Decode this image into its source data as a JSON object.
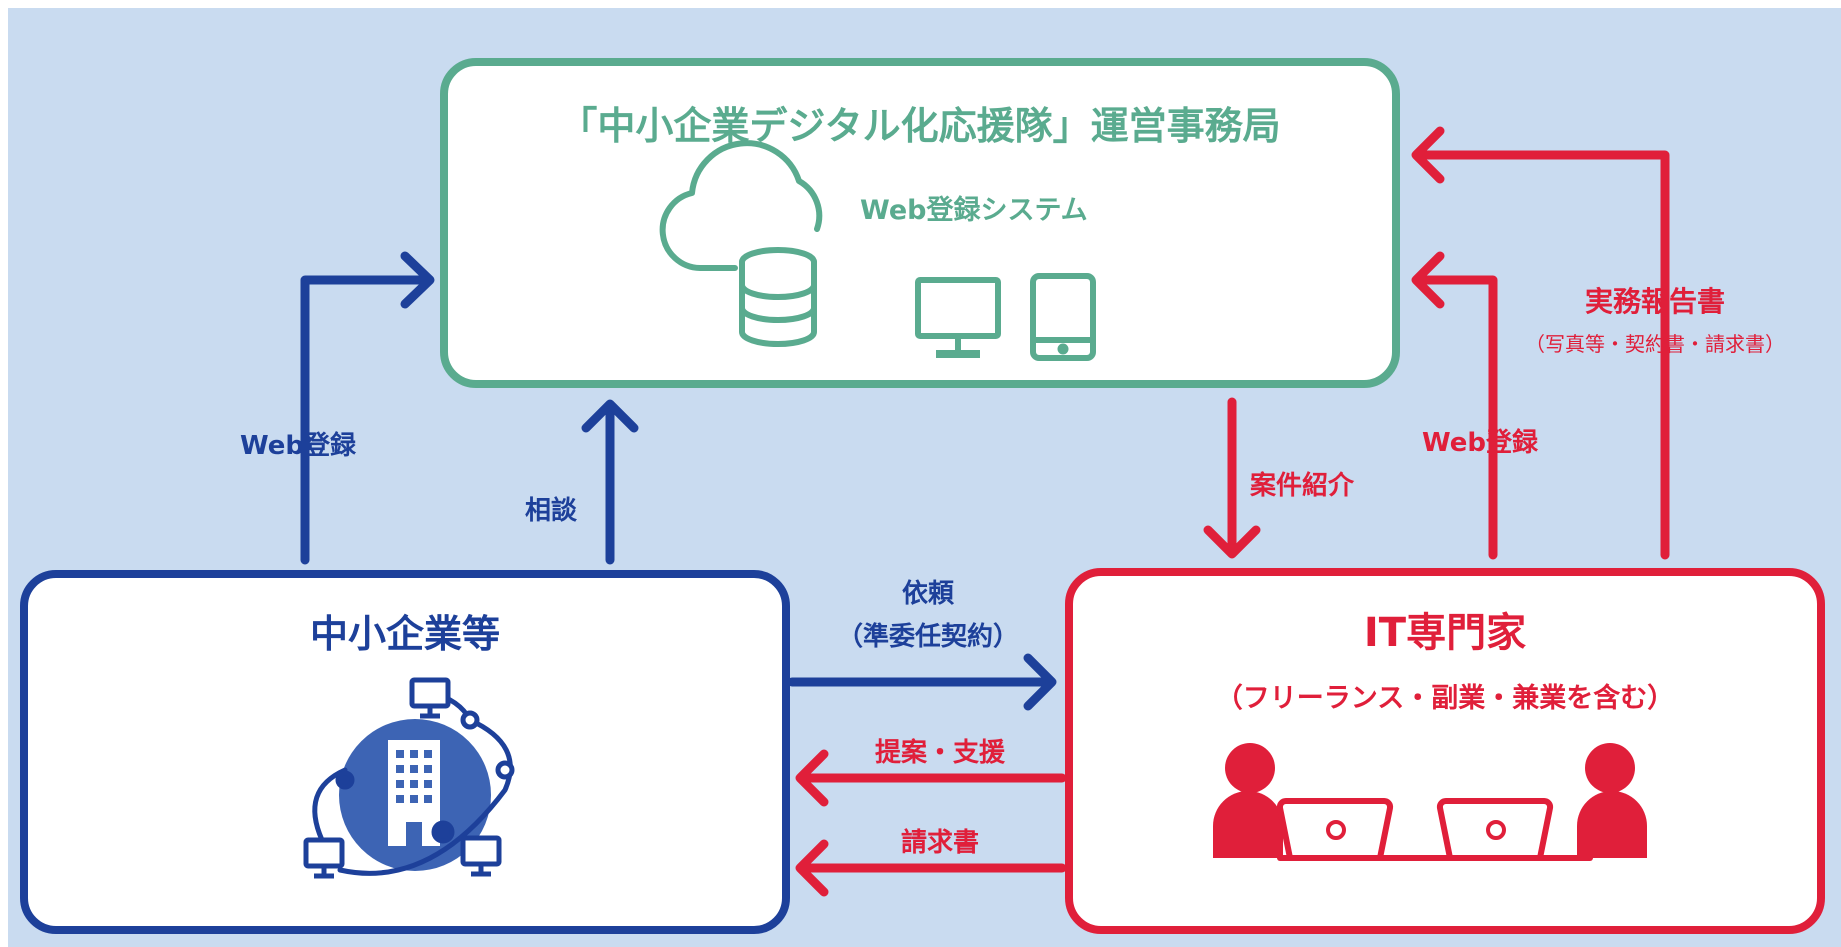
{
  "office": {
    "title": "「中小企業デジタル化応援隊」運営事務局",
    "system_label": "Web登録システム",
    "icons": [
      "cloud-database-icon",
      "desktop-monitor-icon",
      "tablet-icon"
    ]
  },
  "sme": {
    "title": "中小企業等",
    "icon": "building-network-icon"
  },
  "it": {
    "title": "IT専門家",
    "subtitle": "（フリーランス・副業・兼業を含む）",
    "icon": "people-laptops-icon"
  },
  "arrows": {
    "sme_web_register": "Web登録",
    "sme_consult": "相談",
    "request_line1": "依頼",
    "request_line2": "（準委任契約）",
    "proposal_support": "提案・支援",
    "invoice": "請求書",
    "case_intro": "案件紹介",
    "it_web_register": "Web登録",
    "work_report": "実務報告書",
    "work_report_detail": "（写真等・契約書・請求書）"
  },
  "colors": {
    "office_green": "#5aab8f",
    "sme_blue": "#1d409a",
    "it_red": "#e01f3a",
    "background": "#c9dbf0"
  }
}
